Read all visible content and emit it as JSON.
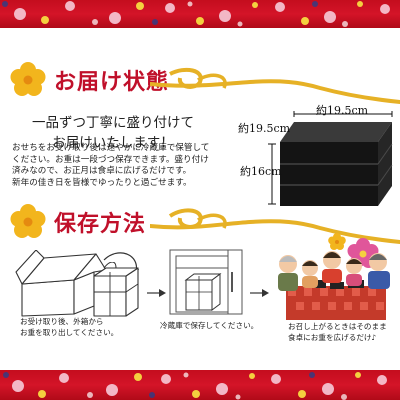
{
  "delivery": {
    "title": "お届け状態",
    "lead": [
      "一品ずつ丁寧に盛り付けて",
      "お届けいたします！"
    ],
    "paragraph": [
      "おせちをお受け取り後は速やかに冷蔵庫で保管して",
      "ください。お重は一段づつ保存できます。盛り付け",
      "済みなので、お正月は食卓に広げるだけです。",
      "新年の佳き日を皆様でゆったりと過ごせます。"
    ],
    "dimensions": {
      "width_top": "約19.5cm",
      "width_side": "約19.5cm",
      "height": "約16cm"
    }
  },
  "storage": {
    "title": "保存方法",
    "step1": [
      "お受け取り後、外箱から",
      "お重を取り出してください。"
    ],
    "step2": "冷蔵庫で保存してください。",
    "step3": [
      "お召し上がるときはそのまま",
      "食卓にお重を広げるだけ♪"
    ]
  },
  "colors": {
    "accent_red": "#c0102a",
    "band_red": "#c40d1e",
    "gold": "#e8b020",
    "lacquer": "#1a1a1a"
  },
  "icons": [
    "plum-blossom-icon",
    "gold-cord-knot-icon",
    "arrow-right-icon",
    "curved-arrow-icon"
  ]
}
